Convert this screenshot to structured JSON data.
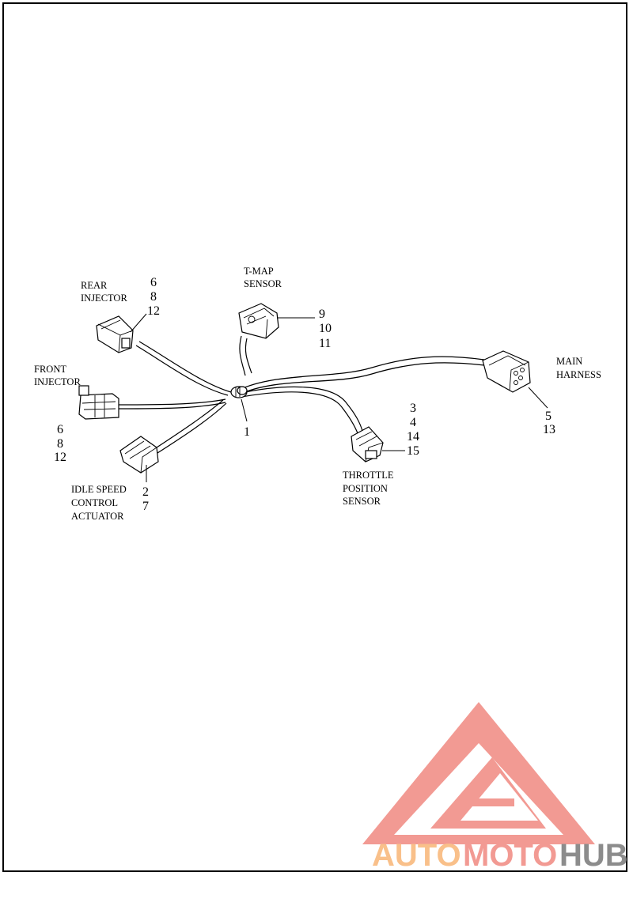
{
  "colors": {
    "watermark_light": "#f9c08a",
    "watermark_red": "#f29a93",
    "watermark_gray": "#8c8c8c"
  },
  "labels": {
    "rear_injector": [
      "REAR",
      "INJECTOR"
    ],
    "front_injector": [
      "FRONT",
      "INJECTOR"
    ],
    "t_map_sensor": [
      "T-MAP",
      "SENSOR"
    ],
    "main_harness": [
      "MAIN",
      "HARNESS"
    ],
    "idle_speed": [
      "IDLE SPEED",
      "CONTROL",
      "ACTUATOR"
    ],
    "throttle_position": [
      "THROTTLE",
      "POSITION",
      "SENSOR"
    ]
  },
  "callouts": {
    "rear_injector": [
      "6",
      "8",
      "12"
    ],
    "t_map_sensor": [
      "9",
      "10",
      "11"
    ],
    "front_injector": [
      "6",
      "8",
      "12"
    ],
    "harness": [
      "1"
    ],
    "idle_speed": [
      "2",
      "7"
    ],
    "throttle_position": [
      "3",
      "4",
      "14",
      "15"
    ],
    "main_harness": [
      "5",
      "13"
    ]
  },
  "watermark": {
    "auto": "AUTO",
    "moto": "MOTO",
    "hub": "HUB",
    "icon": "triangle-logo-icon"
  }
}
